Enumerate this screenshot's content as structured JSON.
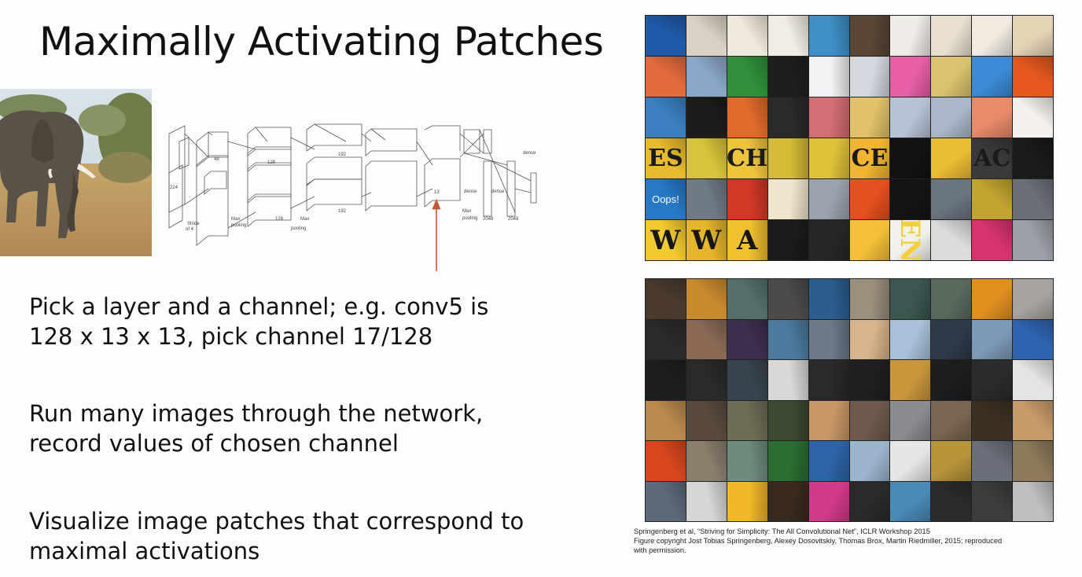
{
  "slide": {
    "title": "Maximally Activating Patches",
    "bullets": [
      {
        "line1": "Pick a layer and a channel; e.g. conv5 is",
        "line2": "128 x 13 x 13, pick channel 17/128"
      },
      {
        "line1": "Run many images through the network,",
        "line2": "record values of chosen channel"
      },
      {
        "line1": "Visualize image patches that correspond to",
        "line2": "maximal activations"
      }
    ],
    "network_labels": {
      "max_pooling_1": "Max",
      "max_pooling_1b": "pooling",
      "max_pooling_2": "Max",
      "max_pooling_2b": "pooling",
      "max_pooling_3": "Max",
      "max_pooling_3b": "pooling",
      "dense_1": "dense",
      "dense_2": "dense",
      "dense_3": "dense",
      "n_4096a": "2048",
      "n_4096b": "2048",
      "stride": "Stride",
      "of4": "of 4",
      "n128a": "128",
      "n128b": "128",
      "n192a": "192",
      "n192b": "192",
      "n224": "224",
      "n13": "13",
      "n48": "48"
    },
    "caption": {
      "line1": "Springenberg et al, “Striving for Simplicity: The All Convolutional Net”, ICLR Workshop 2015",
      "line2": "Figure copyright Jost Tobias Springenberg, Alexey Dosovitskiy, Thomas Brox, Martin Riedmiller, 2015; reproduced",
      "line3": "with permission."
    },
    "grid1_text_cells": {
      "r3c0": "ES",
      "r3c2": "CH",
      "r3c5": "CE",
      "r3c8": "AC",
      "r4c0": "Oops!",
      "r5c0": "W",
      "r5c1": "W",
      "r5c2": "A",
      "r5c6": "EN"
    },
    "colors": {
      "arrow": "#c0583a",
      "text": "#111111",
      "diagram_line": "#555555"
    }
  }
}
